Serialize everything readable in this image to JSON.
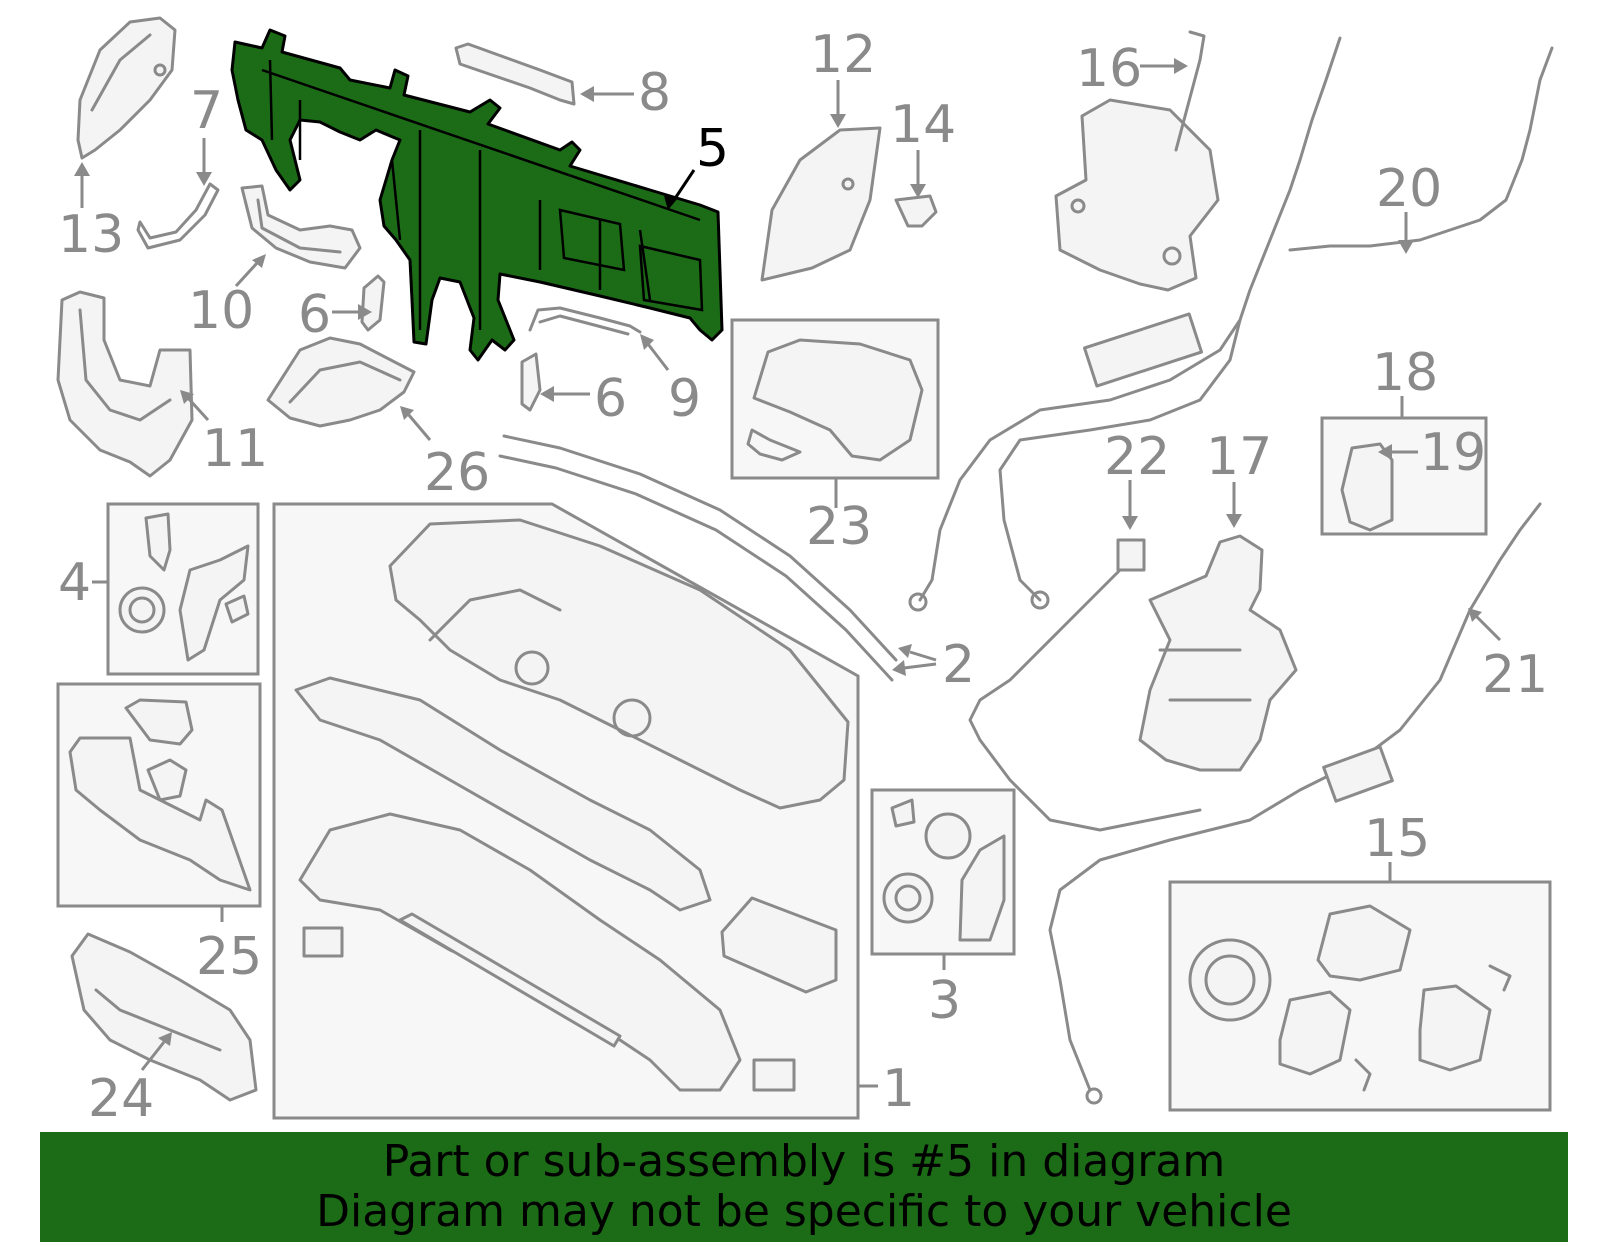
{
  "highlight_color": "#1c6c17",
  "callouts": [
    {
      "id": "c1",
      "label": "1"
    },
    {
      "id": "c2",
      "label": "2"
    },
    {
      "id": "c3",
      "label": "3"
    },
    {
      "id": "c4",
      "label": "4"
    },
    {
      "id": "c5",
      "label": "5"
    },
    {
      "id": "c6a",
      "label": "6"
    },
    {
      "id": "c6b",
      "label": "6"
    },
    {
      "id": "c7",
      "label": "7"
    },
    {
      "id": "c8",
      "label": "8"
    },
    {
      "id": "c9",
      "label": "9"
    },
    {
      "id": "c10",
      "label": "10"
    },
    {
      "id": "c11",
      "label": "11"
    },
    {
      "id": "c12",
      "label": "12"
    },
    {
      "id": "c13",
      "label": "13"
    },
    {
      "id": "c14",
      "label": "14"
    },
    {
      "id": "c15",
      "label": "15"
    },
    {
      "id": "c16",
      "label": "16"
    },
    {
      "id": "c17",
      "label": "17"
    },
    {
      "id": "c18",
      "label": "18"
    },
    {
      "id": "c19",
      "label": "19"
    },
    {
      "id": "c20",
      "label": "20"
    },
    {
      "id": "c21",
      "label": "21"
    },
    {
      "id": "c22",
      "label": "22"
    },
    {
      "id": "c23",
      "label": "23"
    },
    {
      "id": "c24",
      "label": "24"
    },
    {
      "id": "c25",
      "label": "25"
    },
    {
      "id": "c26",
      "label": "26"
    }
  ],
  "banner": {
    "line1": "Part or sub-assembly is #5 in diagram",
    "line2": "Diagram may not be specific to your vehicle"
  }
}
